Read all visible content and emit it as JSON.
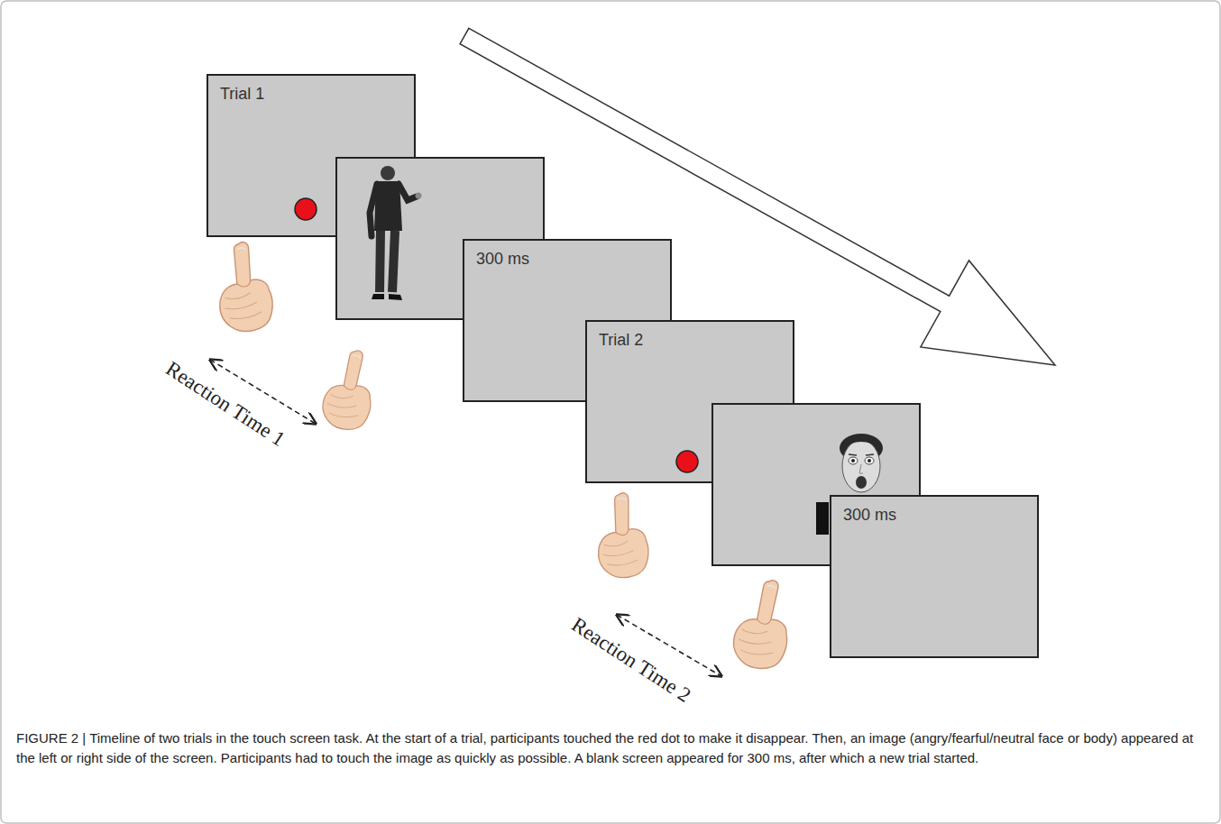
{
  "diagram": {
    "caption": "FIGURE 2 | Timeline of two trials in the touch screen task. At the start of a trial, participants touched the red dot to make it disappear. Then, an image (angry/fearful/neutral face or body) appeared at the left or right side of the screen. Participants had to touch the image as quickly as possible. A blank screen appeared for 300 ms, after which a new trial started.",
    "nodes": [
      {
        "text": [
          "Trial 1"
        ]
      },
      {
        "text": [
          "300 ms"
        ]
      },
      {
        "text": [
          "Trial 2"
        ]
      },
      {
        "text": [
          "300 ms"
        ]
      }
    ],
    "labels": [
      "Reaction Time 1",
      "Reaction Time 2"
    ]
  }
}
